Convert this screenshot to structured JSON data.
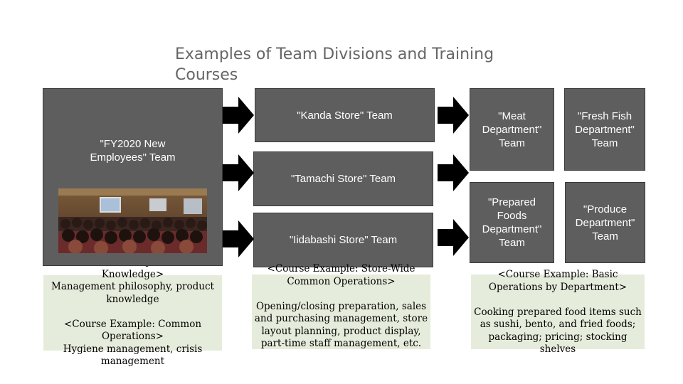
{
  "slide": {
    "title": "Examples of Team Divisions and Training Courses"
  },
  "teams": {
    "new_employees": "\"FY2020 New Employees\" Team",
    "kanda": "\"Kanda Store\" Team",
    "tamachi": "\"Tamachi Store\" Team",
    "iidabashi": "\"Iidabashi Store\" Team",
    "meat": "\"Meat Department\" Team",
    "fresh_fish": "\"Fresh Fish Department\" Team",
    "prepared_foods": "\"Prepared Foods Department\" Team",
    "produce": "\"Produce Department\" Team"
  },
  "courses": {
    "new_employees": "<Course Example: Basic Knowledge>\nManagement philosophy, product knowledge\n\n<Course Example: Common Operations>\nHygiene management, crisis management",
    "stores": "<Course Example: Store-Wide Common Operations>\n\nOpening/closing preparation, sales and purchasing management, store layout planning, product display, part-time staff management, etc.",
    "departments": "<Course Example: Basic Operations by Department>\n\nCooking prepared food items such as sushi, bento, and fried foods; packaging; pricing; stocking shelves"
  },
  "colors": {
    "box_fill": "#5e5e5e",
    "course_fill": "#e6ecdb",
    "title": "#666666"
  }
}
